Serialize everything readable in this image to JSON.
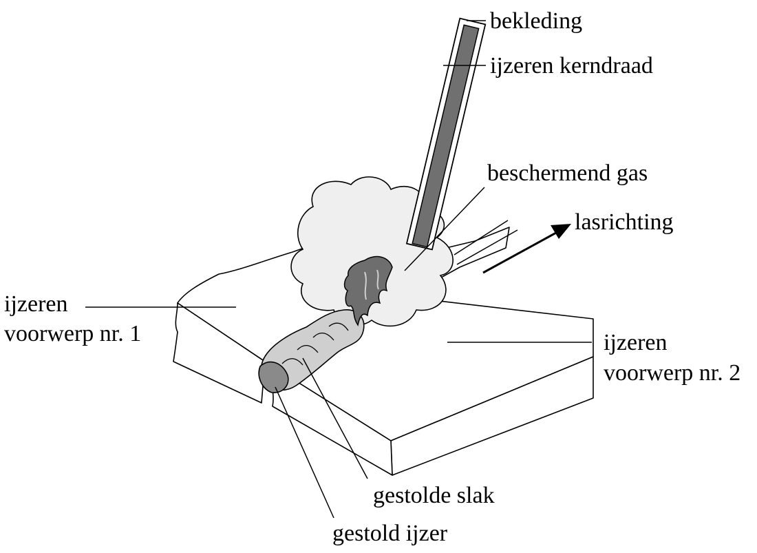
{
  "labels": {
    "coating": "bekleding",
    "core_wire": "ijzeren kerndraad",
    "shielding_gas": "beschermend gas",
    "welding_direction": "lasrichting",
    "object1_line1": "ijzeren",
    "object1_line2": "voorwerp nr. 1",
    "object2_line1": "ijzeren",
    "object2_line2": "voorwerp nr. 2",
    "solidified_slag": "gestolde slak",
    "solidified_iron": "gestold ijzer"
  },
  "colors": {
    "line": "#000000",
    "core_wire": "#707070",
    "gas_cloud": "#efefef",
    "slag": "#cfcfcf",
    "solid_iron": "#8a8a8a",
    "flame": "#6e6e6e",
    "plate": "#ffffff"
  }
}
